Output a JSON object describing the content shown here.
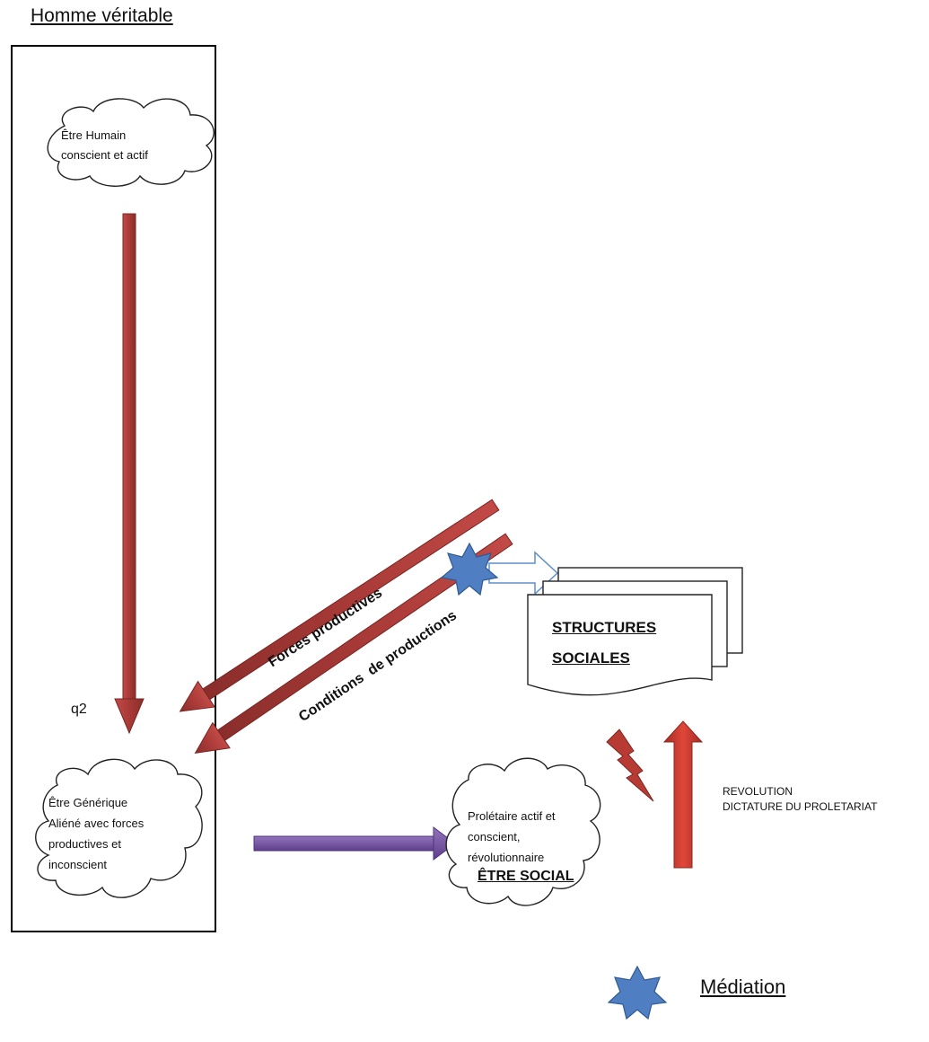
{
  "title": "Homme véritable",
  "nodes": {
    "etre_humain": {
      "line1": "Être Humain",
      "line2": "conscient et actif"
    },
    "etre_generique": {
      "line1": "Être Générique",
      "line2": "Aliéné avec forces",
      "line3": "productives et",
      "line4": "inconscient"
    },
    "proletaire": {
      "line1": "Prolétaire actif et",
      "line2": "conscient,",
      "line3": "révolutionnaire"
    },
    "etre_social": "ÊTRE SOCIAL",
    "structures": {
      "line1": "STRUCTURES",
      "line2": "SOCIALES"
    }
  },
  "labels": {
    "q2": "q2",
    "forces": "Forces productives",
    "conditions": "Conditions  de productions",
    "revolution_line1": "REVOLUTION",
    "revolution_line2": "DICTATURE DU PROLETARIAT"
  },
  "legend": {
    "mediation": "Médiation"
  },
  "colors": {
    "red_arrow": "#a83a37",
    "red_arrow_dark": "#7a2623",
    "revolution_arrow": "#d93a2e",
    "purple_arrow": "#7a57a4",
    "hollow_arrow": "#5f8fc9",
    "star": "#4f7fc2",
    "star_outline": "#2f5a92"
  },
  "icons": {
    "mediation_star": "star-icon",
    "lightning": "lightning-icon"
  }
}
